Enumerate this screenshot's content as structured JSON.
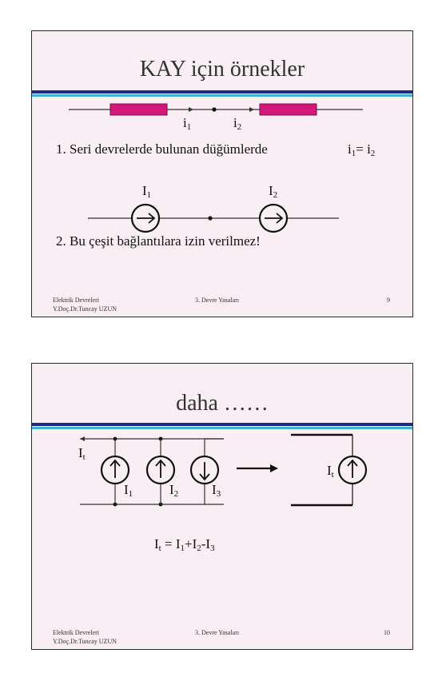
{
  "slide1": {
    "title": "KAY için örnekler",
    "labels": {
      "i": "i",
      "sub1": "1",
      "sub2": "2",
      "I": "I",
      "eq": "= i"
    },
    "text1": "1. Seri devrelerde bulunan düğümlerde",
    "text2": "2. Bu çeşit bağlantılara izin verilmez!",
    "footer": {
      "left_line1": "Elektrik Devreleri",
      "left_line2": "Y.Doç.Dr.Tuncay UZUN",
      "center": "3. Devre Yasaları",
      "page": "9"
    }
  },
  "slide2": {
    "title": "daha ……",
    "labels": {
      "I": "I",
      "t": "t",
      "sub1": "1",
      "sub2": "2",
      "sub3": "3"
    },
    "equation": {
      "lhs": "I",
      "eq": " = I",
      "plus": "+I",
      "minus": "-I"
    },
    "footer": {
      "left_line1": "Elektrik Devreleri",
      "left_line2": "Y.Doç.Dr.Tuncay UZUN",
      "center": "3. Devre Yasaları",
      "page": "10"
    }
  },
  "colors": {
    "slide_bg": "#f9eef3",
    "band_navy": "#1c2a8a",
    "band_teal": "#3fb0c8",
    "resistor": "#d4177a"
  }
}
